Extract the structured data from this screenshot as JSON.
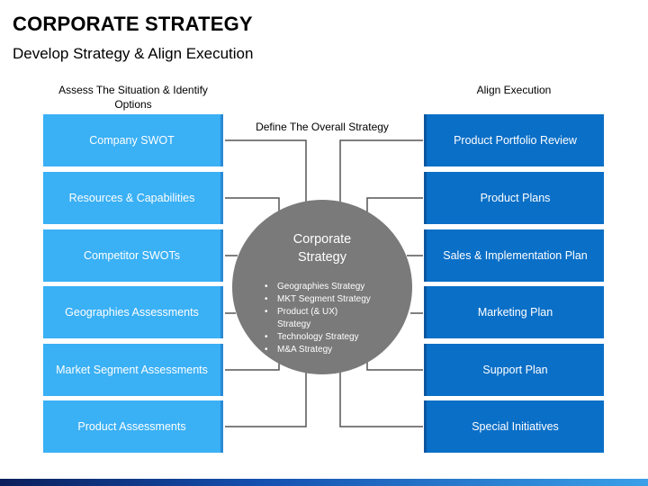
{
  "title": "CORPORATE STRATEGY",
  "subtitle": "Develop Strategy & Align Execution",
  "left_heading": "Assess The Situation & Identify Options",
  "center_heading": "Define The Overall Strategy",
  "right_heading": "Align Execution",
  "left_items": [
    "Company SWOT",
    "Resources & Capabilities",
    "Competitor SWOTs",
    "Geographies Assessments",
    "Market Segment Assessments",
    "Product Assessments"
  ],
  "right_items": [
    "Product Portfolio Review",
    "Product Plans",
    "Sales & Implementation Plan",
    "Marketing Plan",
    "Support Plan",
    "Special Initiatives"
  ],
  "center": {
    "title": "Corporate Strategy",
    "bullets": [
      "Geographies Strategy",
      "MKT Segment Strategy",
      "Product (& UX) Strategy",
      "Technology Strategy",
      "M&A Strategy"
    ]
  },
  "colors": {
    "left_box": "#3ab0f5",
    "right_box": "#0a6fc7",
    "circle": "#7a7a7a",
    "connector": "#555555"
  }
}
